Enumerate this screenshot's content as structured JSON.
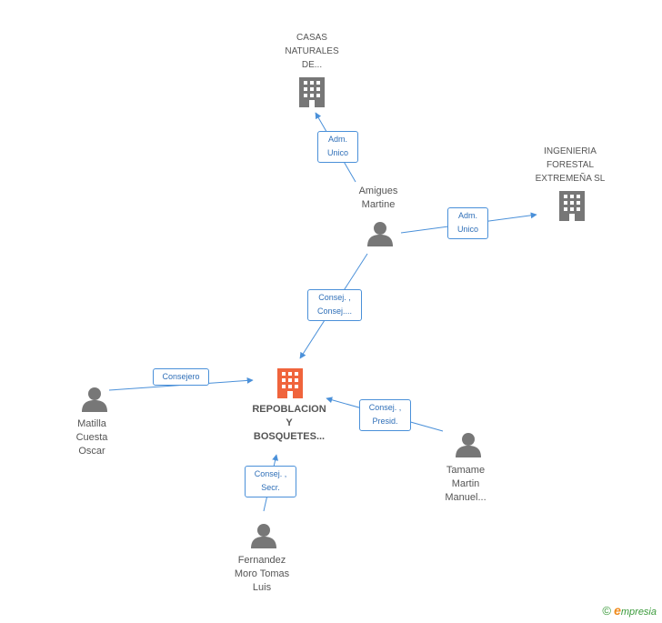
{
  "nodes": {
    "casas": {
      "label": "CASAS\nNATURALES\nDE..."
    },
    "ingenieria": {
      "label": "INGENIERIA\nFORESTAL\nEXTREMEÑA SL"
    },
    "amigues": {
      "label": "Amigues\nMartine"
    },
    "repoblacion": {
      "label": "REPOBLACION\nY\nBOSQUETES..."
    },
    "matilla": {
      "label": "Matilla\nCuesta\nOscar"
    },
    "tamame": {
      "label": "Tamame\nMartin\nManuel..."
    },
    "fernandez": {
      "label": "Fernandez\nMoro Tomas\nLuis"
    }
  },
  "edges": {
    "amigues_casas": "Adm.\nUnico",
    "amigues_ingenieria": "Adm.\nUnico",
    "amigues_repoblacion": "Consej. ,\nConsej....",
    "matilla_repoblacion": "Consejero",
    "tamame_repoblacion": "Consej. ,\nPresid.",
    "fernandez_repoblacion": "Consej. ,\nSecr."
  },
  "footer": {
    "copyright": "©",
    "brand_initial": "e",
    "brand_rest": "mpresia"
  },
  "colors": {
    "edge": "#4a90d9",
    "company": "#777777",
    "main_company": "#f0643c",
    "person": "#777777"
  }
}
